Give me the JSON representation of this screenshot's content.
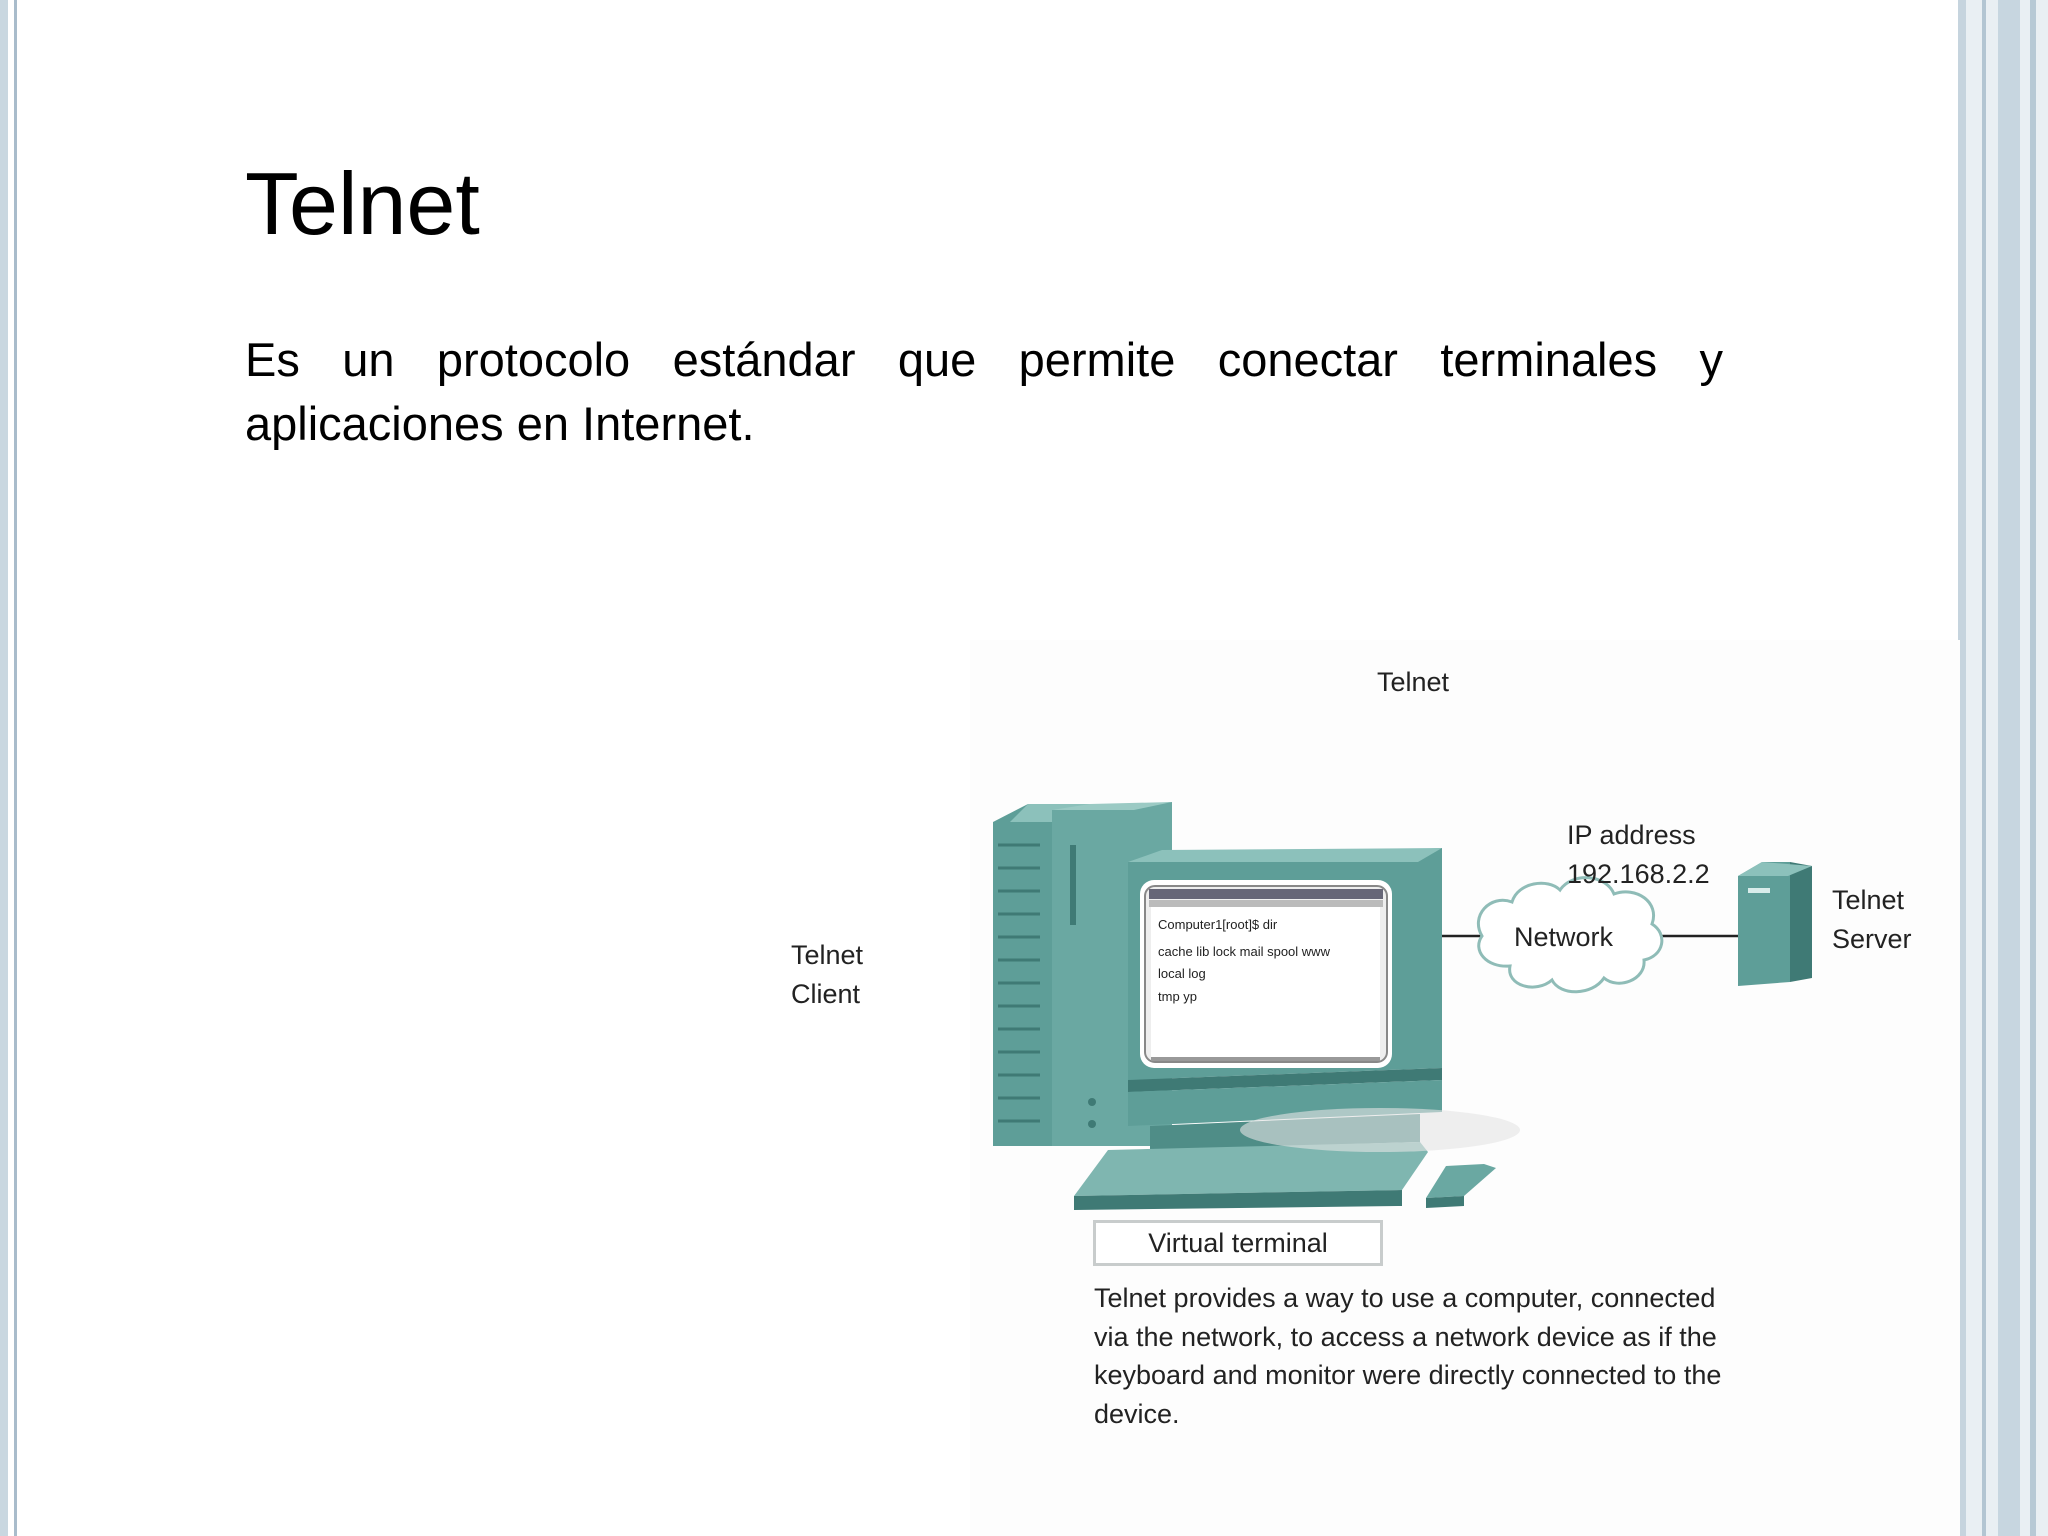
{
  "slide": {
    "title": "Telnet",
    "body": "Es un protocolo estándar que permite conectar terminales y aplicaciones en Internet."
  },
  "figure": {
    "heading": "Telnet",
    "client_label_line1": "Telnet",
    "client_label_line2": "Client",
    "ip_label_line1": "IP address",
    "ip_label_line2": "192.168.2.2",
    "network_label": "Network",
    "server_label_line1": "Telnet",
    "server_label_line2": "Server",
    "virtual_terminal_label": "Virtual terminal",
    "screen_lines": [
      "Computer1[root]$ dir",
      "cache lib lock mail spool www",
      "local log",
      "tmp   yp"
    ],
    "caption": "Telnet provides a way to use a computer, connected via the network, to access a network device as if the keyboard and monitor were directly connected to the device."
  },
  "colors": {
    "device_teal": "#5e9e98",
    "device_dark": "#3f7a75",
    "device_light": "#8cc1bb",
    "frame_border": "#c5d4de"
  }
}
